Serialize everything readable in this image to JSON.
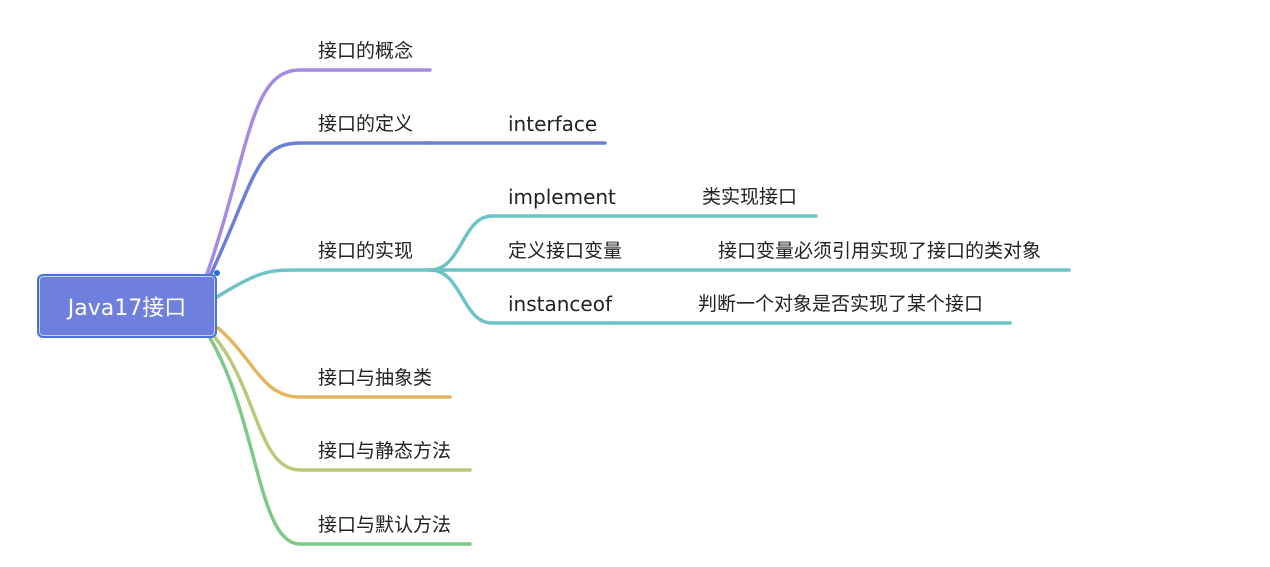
{
  "root": {
    "label": "Java17接口"
  },
  "branches": [
    {
      "label": "接口的概念",
      "color": "#a58be0"
    },
    {
      "label": "接口的定义",
      "color": "#6b7fd8",
      "children": [
        {
          "label": "interface"
        }
      ]
    },
    {
      "label": "接口的实现",
      "color": "#6cc3c6",
      "children": [
        {
          "label": "implement",
          "detail": "类实现接口"
        },
        {
          "label": "定义接口变量",
          "detail": "接口变量必须引用实现了接口的类对象"
        },
        {
          "label": "instanceof",
          "detail": "判断一个对象是否实现了某个接口"
        }
      ]
    },
    {
      "label": "接口与抽象类",
      "color": "#e2b65e"
    },
    {
      "label": "接口与静态方法",
      "color": "#b8c97a"
    },
    {
      "label": "接口与默认方法",
      "color": "#7cc98a"
    }
  ]
}
